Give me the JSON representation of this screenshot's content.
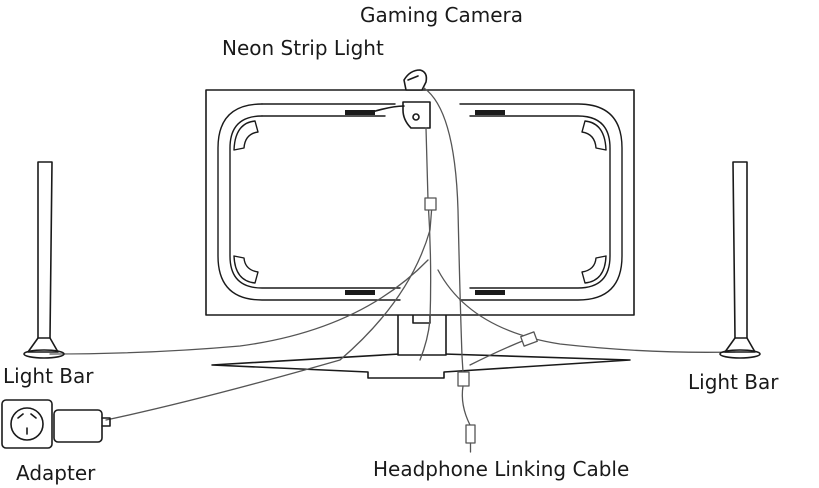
{
  "labels": {
    "gaming_camera": "Gaming Camera",
    "neon_strip_light": "Neon Strip Light",
    "light_bar_left": "Light Bar",
    "light_bar_right": "Light Bar",
    "adapter": "Adapter",
    "headphone_linking_cable": "Headphone Linking Cable"
  },
  "colors": {
    "line": "#1a1a1a",
    "fill": "#ffffff",
    "cable": "#6b6b6b"
  }
}
